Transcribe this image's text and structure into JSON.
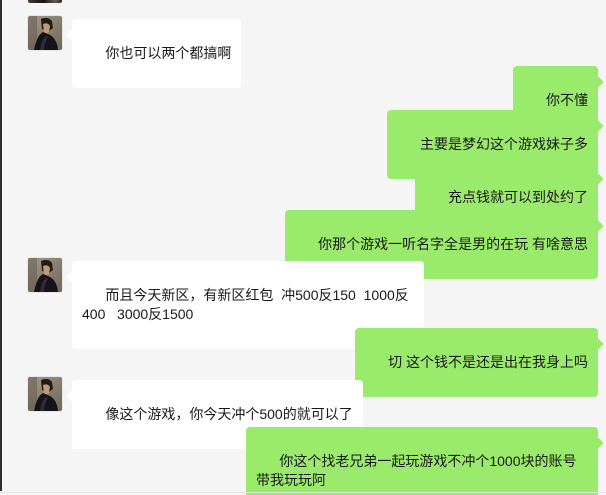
{
  "window": {
    "name": "wechat-conversation-pane",
    "contact_avatar": "man-in-black-leather-jacket-photo"
  },
  "colors": {
    "background": "#f5f5f5",
    "bubble_incoming": "#ffffff",
    "bubble_outgoing": "#9aea6b",
    "text": "#191919",
    "left_border": "#2d2d2d",
    "divider": "#e4e4e4"
  },
  "messages": [
    {
      "side": "left",
      "sender": "contact",
      "text": "你也可以两个都搞啊"
    },
    {
      "side": "right",
      "sender": "self",
      "text": "你不懂"
    },
    {
      "side": "right",
      "sender": "self",
      "text": "主要是梦幻这个游戏妹子多"
    },
    {
      "side": "right",
      "sender": "self",
      "text": "充点钱就可以到处约了"
    },
    {
      "side": "right",
      "sender": "self",
      "text": "你那个游戏一听名字全是男的在玩 有啥意思"
    },
    {
      "side": "left",
      "sender": "contact",
      "text": "而且今天新区，有新区红包  冲500反150  1000反400   3000反1500"
    },
    {
      "side": "right",
      "sender": "self",
      "text": "切 这个钱不是还是出在我身上吗"
    },
    {
      "side": "left",
      "sender": "contact",
      "text": "像这个游戏，你今天冲个500的就可以了"
    },
    {
      "side": "right",
      "sender": "self",
      "text": "你这个找老兄弟一起玩游戏不冲个1000块的账号带我玩玩阿"
    }
  ]
}
